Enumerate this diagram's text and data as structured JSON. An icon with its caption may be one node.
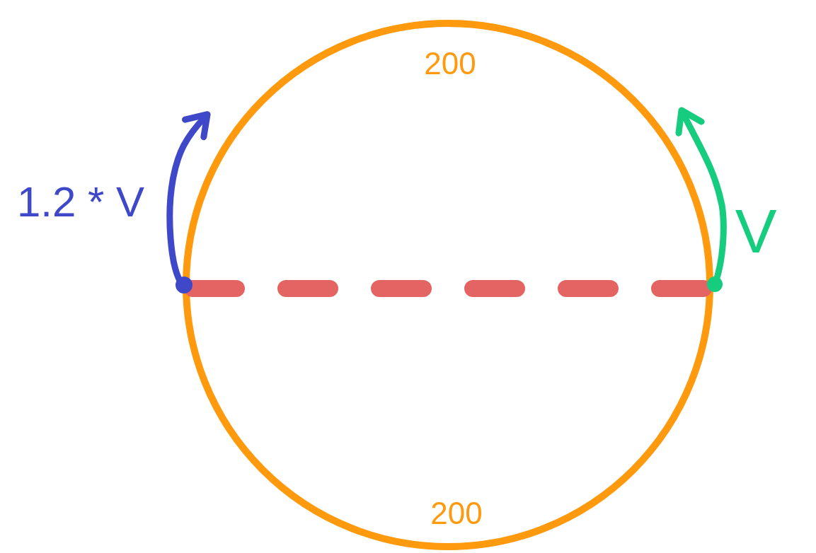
{
  "diagram": {
    "labels": [
      "200",
      "1.2 * V",
      "V",
      "200"
    ]
  }
}
